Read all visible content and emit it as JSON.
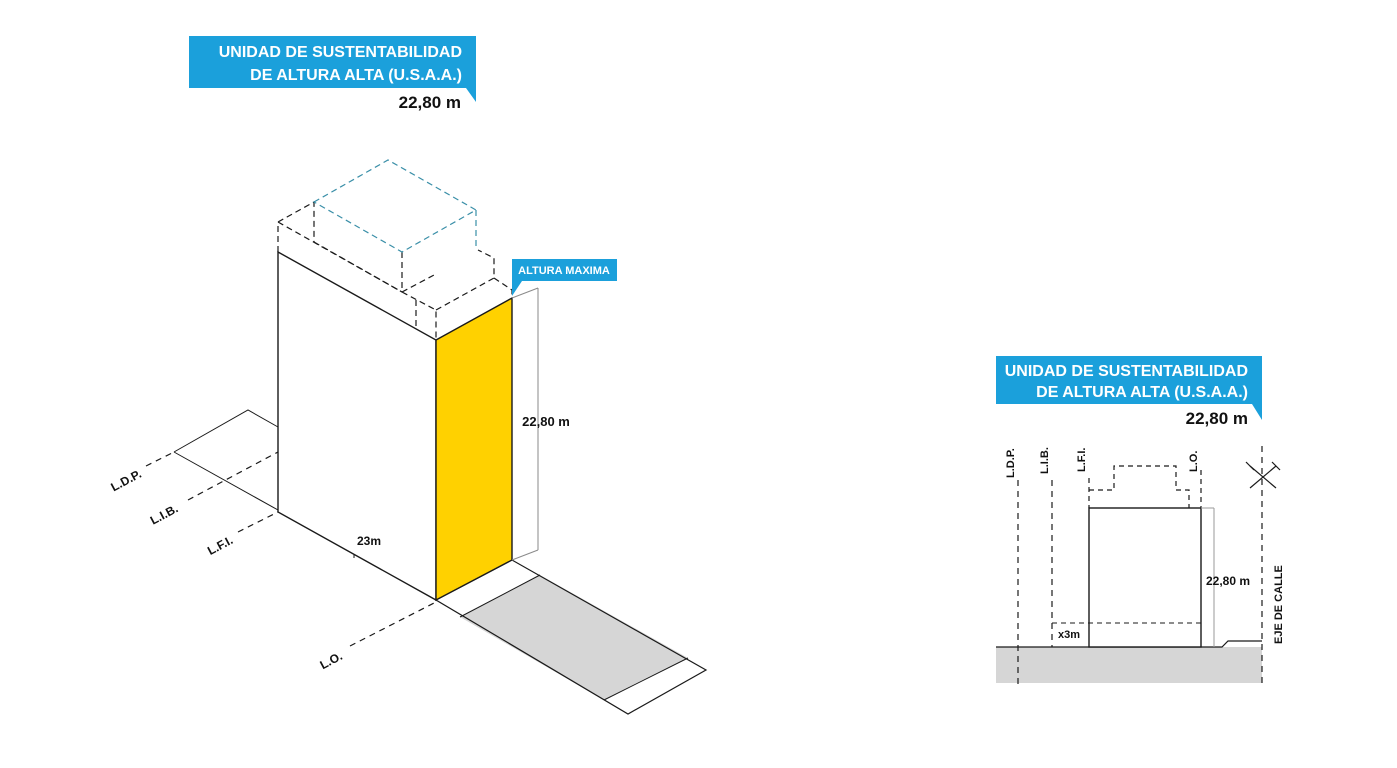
{
  "colors": {
    "accent_blue": "#1ba0db",
    "highlight_yellow": "#ffd100",
    "ground_gray": "#d6d6d6",
    "line": "#1a1a1a",
    "dashed_blue": "#3a8fa8",
    "text": "#111111",
    "label_text": "#ffffff"
  },
  "isometric": {
    "title_line1": "UNIDAD DE SUSTENTABILIDAD",
    "title_line2": "DE ALTURA ALTA (U.S.A.A.)",
    "height_value": "22,80 m",
    "badge": "ALTURA MAXIMA",
    "dimension_height": "22,80 m",
    "dimension_depth": "23m",
    "axis_labels": {
      "ldp": "L.D.P.",
      "lib": "L.I.B.",
      "lfi": "L.F.I.",
      "lo": "L.O."
    }
  },
  "section": {
    "title_line1": "UNIDAD DE SUSTENTABILIDAD",
    "title_line2": "DE ALTURA ALTA (U.S.A.A.)",
    "height_value": "22,80 m",
    "dimension_height": "22,80 m",
    "dimension_base": "x3m",
    "vertical_labels": {
      "ldp": "L.D.P.",
      "lib": "L.I.B.",
      "lfi": "L.F.I.",
      "lo": "L.O.",
      "street_axis": "EJE DE CALLE"
    },
    "axis_icon": "street-axis-cross-icon"
  }
}
